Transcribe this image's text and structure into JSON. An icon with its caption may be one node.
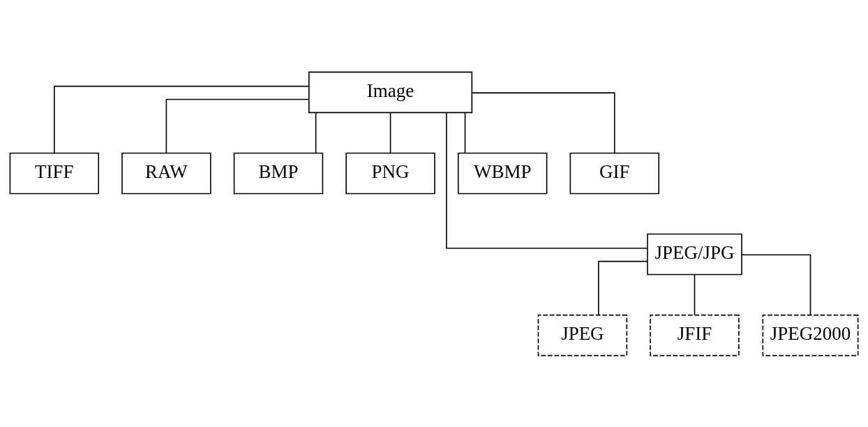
{
  "diagram": {
    "nodes": [
      {
        "text": [
          "Image"
        ]
      },
      {
        "text": [
          "TIFF"
        ]
      },
      {
        "text": [
          "RAW"
        ]
      },
      {
        "text": [
          "BMP"
        ]
      },
      {
        "text": [
          "PNG"
        ]
      },
      {
        "text": [
          "WBMP"
        ]
      },
      {
        "text": [
          "GIF"
        ]
      },
      {
        "text": [
          "JPEG/JPG"
        ]
      },
      {
        "text": [
          "JPEG"
        ]
      },
      {
        "text": [
          "JFIF"
        ]
      },
      {
        "text": [
          "JPEG2000"
        ]
      }
    ],
    "edges": [
      {
        "from": 0,
        "to": 1,
        "arrow": "none"
      },
      {
        "from": 0,
        "to": 2,
        "arrow": "none"
      },
      {
        "from": 0,
        "to": 3,
        "arrow": "none"
      },
      {
        "from": 0,
        "to": 7,
        "arrow": "none"
      },
      {
        "from": 0,
        "to": 4,
        "arrow": "none"
      },
      {
        "from": 0,
        "to": 5,
        "arrow": "none"
      },
      {
        "from": 0,
        "to": 6,
        "arrow": "none"
      },
      {
        "from": 7,
        "to": 8,
        "arrow": "none"
      },
      {
        "from": 7,
        "to": 9,
        "arrow": "none"
      },
      {
        "from": 7,
        "to": 10,
        "arrow": "none"
      }
    ]
  }
}
